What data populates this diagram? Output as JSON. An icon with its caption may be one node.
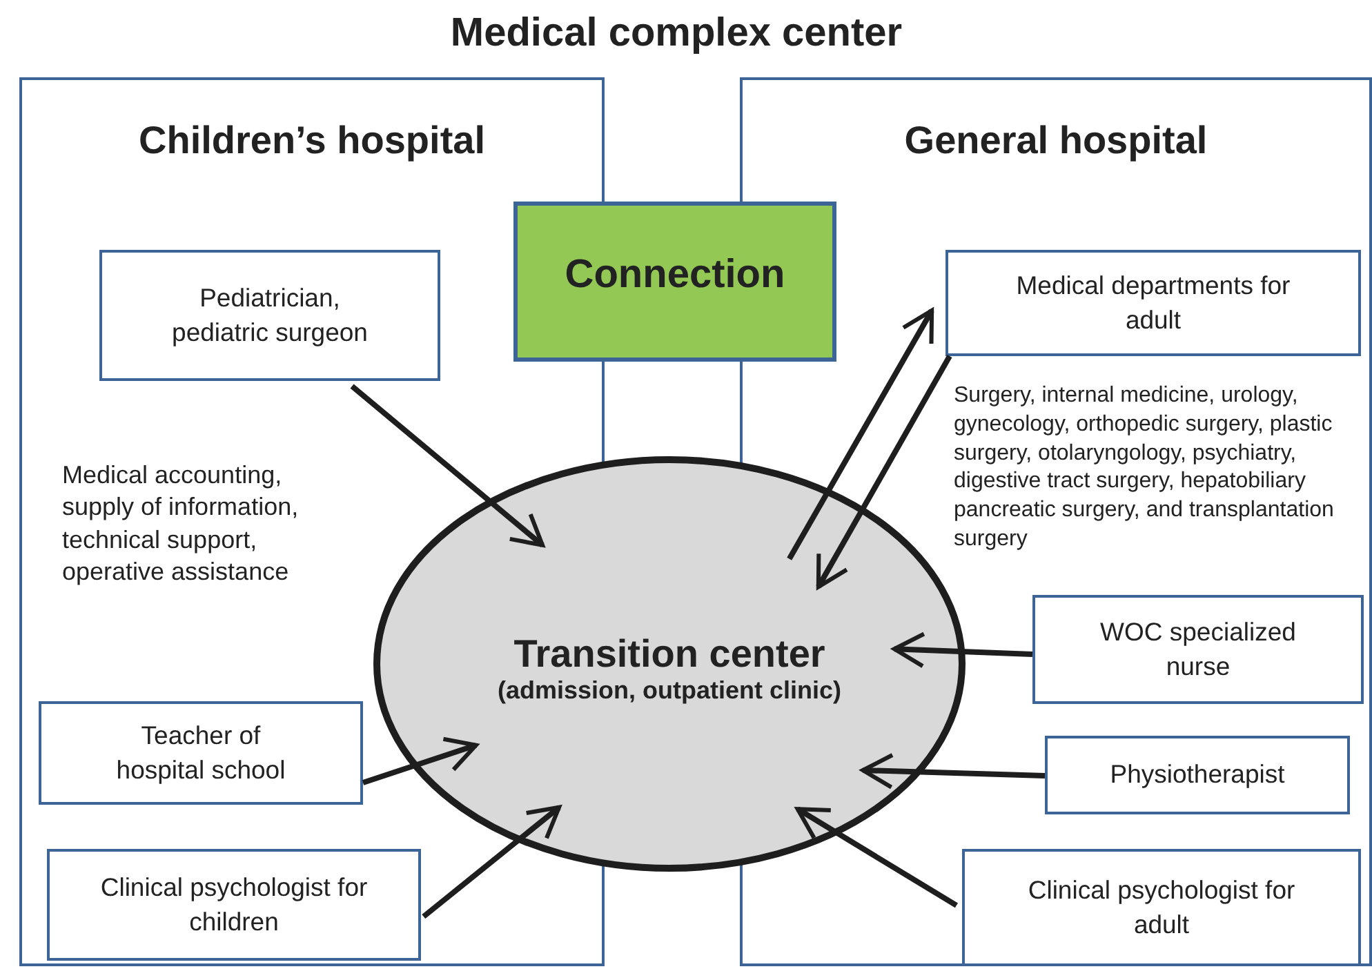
{
  "diagram": {
    "title": "Medical complex center",
    "nodes": [
      {
        "text": [
          "Children’s hospital"
        ]
      },
      {
        "text": [
          "General hospital"
        ]
      },
      {
        "text": [
          "Connection"
        ]
      },
      {
        "text": [
          "Pediatrician, pediatric surgeon"
        ],
        "in": 0
      },
      {
        "text": [
          "Medical departments for adult"
        ],
        "in": 1
      },
      {
        "text": [
          "Transition center",
          "(admission, outpatient clinic)"
        ]
      },
      {
        "text": [
          "Teacher of hospital school"
        ],
        "in": 0
      },
      {
        "text": [
          "Clinical psychologist for children"
        ],
        "in": 0
      },
      {
        "text": [
          "WOC specialized nurse"
        ],
        "in": 1
      },
      {
        "text": [
          "Physiotherapist"
        ],
        "in": 1
      },
      {
        "text": [
          "Clinical psychologist for adult"
        ],
        "in": 1
      }
    ],
    "edges": [
      {
        "from": 3,
        "to": 5,
        "arrow": "to"
      },
      {
        "from": 5,
        "to": 4,
        "arrow": "to"
      },
      {
        "from": 4,
        "to": 5,
        "arrow": "to"
      },
      {
        "from": 8,
        "to": 5,
        "arrow": "to"
      },
      {
        "from": 6,
        "to": 5,
        "arrow": "to"
      },
      {
        "from": 7,
        "to": 5,
        "arrow": "to"
      },
      {
        "from": 9,
        "to": 5,
        "arrow": "to"
      },
      {
        "from": 10,
        "to": 5,
        "arrow": "to"
      }
    ],
    "labels": [
      "Medical accounting, supply of information, technical support, operative assistance",
      "Surgery, internal medicine, urology, gynecology, orthopedic surgery, plastic surgery, otolaryngology, psychiatry, digestive tract surgery, hepatobiliary pancreatic surgery, and transplantation surgery"
    ]
  }
}
